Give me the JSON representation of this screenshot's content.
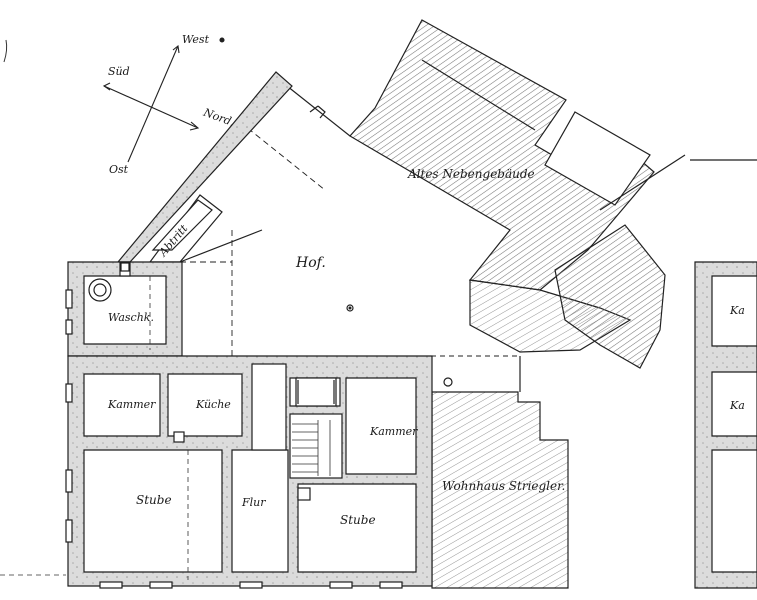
{
  "compass": {
    "west": "West",
    "sued": "Süd",
    "nord": "Nord.",
    "ost": "Ost"
  },
  "rooms": {
    "hof": "Hof.",
    "altes_nebengebaeude": "Altes Nebengebäude",
    "wohnhaus_striegler": "Wohnhaus Striegler.",
    "abtritt": "Abtritt",
    "waschkueche": "Waschk.",
    "kammer_left": "Kammer",
    "kueche": "Küche",
    "kammer_right": "Kammer",
    "stube_left": "Stube",
    "flur": "Flur",
    "stube_right": "Stube",
    "right_sheet_top": "Ka",
    "right_sheet_mid": "Ka"
  },
  "colors": {
    "ink": "#1e1e1e",
    "wall_fill": "#d9d9d9",
    "hatch": "#6a6a6a"
  }
}
